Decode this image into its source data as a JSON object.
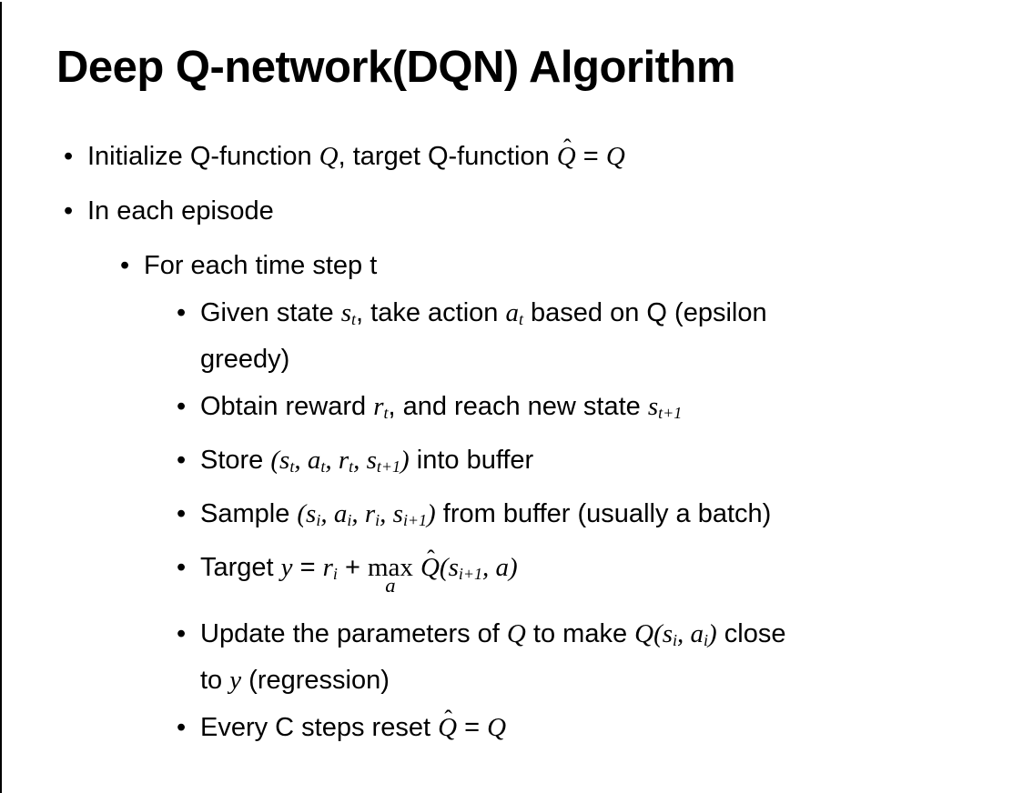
{
  "slide": {
    "title": "Deep Q-network(DQN) Algorithm",
    "bullet_char": "•",
    "hat_char": "ˆ",
    "background_color": "#ffffff",
    "text_color": "#000000",
    "frame_color": "#000000"
  },
  "bullets": [
    {
      "level": 1,
      "segments": [
        {
          "type": "text",
          "text": "Initialize Q-function "
        },
        {
          "type": "math",
          "text": "Q"
        },
        {
          "type": "text",
          "text": ", target Q-function "
        },
        {
          "type": "mathhat",
          "text": "Q"
        },
        {
          "type": "text",
          "text": " = "
        },
        {
          "type": "math",
          "text": "Q"
        }
      ]
    },
    {
      "level": 1,
      "segments": [
        {
          "type": "text",
          "text": "In each episode"
        }
      ]
    },
    {
      "level": 2,
      "segments": [
        {
          "type": "text",
          "text": "For each time step t"
        }
      ]
    },
    {
      "level": 3,
      "segments": [
        {
          "type": "text",
          "text": "Given state "
        },
        {
          "type": "math",
          "text": "s",
          "sub": "t"
        },
        {
          "type": "text",
          "text": ", take action "
        },
        {
          "type": "math",
          "text": "a",
          "sub": "t"
        },
        {
          "type": "text",
          "text": " based on Q (epsilon"
        },
        {
          "type": "break"
        },
        {
          "type": "text",
          "text": "greedy)"
        }
      ]
    },
    {
      "level": 3,
      "segments": [
        {
          "type": "text",
          "text": "Obtain reward "
        },
        {
          "type": "math",
          "text": "r",
          "sub": "t"
        },
        {
          "type": "text",
          "text": ", and reach new state "
        },
        {
          "type": "math",
          "text": "s",
          "sub": "t+1"
        }
      ]
    },
    {
      "level": 3,
      "segments": [
        {
          "type": "text",
          "text": "Store "
        },
        {
          "type": "math",
          "text": "(s",
          "sub": "t"
        },
        {
          "type": "math",
          "text": ", a",
          "sub": "t"
        },
        {
          "type": "math",
          "text": ", r",
          "sub": "t"
        },
        {
          "type": "math",
          "text": ", s",
          "sub": "t+1"
        },
        {
          "type": "math",
          "text": ")"
        },
        {
          "type": "text",
          "text": " into buffer"
        }
      ]
    },
    {
      "level": 3,
      "segments": [
        {
          "type": "text",
          "text": "Sample "
        },
        {
          "type": "math",
          "text": "(s",
          "sub": "i"
        },
        {
          "type": "math",
          "text": ", a",
          "sub": "i"
        },
        {
          "type": "math",
          "text": ", r",
          "sub": "i"
        },
        {
          "type": "math",
          "text": ", s",
          "sub": "i+1"
        },
        {
          "type": "math",
          "text": ")"
        },
        {
          "type": "text",
          "text": " from buffer (usually a batch)"
        }
      ]
    },
    {
      "level": 3,
      "segments": [
        {
          "type": "text",
          "text": "Target "
        },
        {
          "type": "math",
          "text": "y"
        },
        {
          "type": "text",
          "text": " = "
        },
        {
          "type": "math",
          "text": "r",
          "sub": "i"
        },
        {
          "type": "text",
          "text": " + "
        },
        {
          "type": "underop",
          "op": "max",
          "under": "a"
        },
        {
          "type": "text",
          "text": " "
        },
        {
          "type": "mathhat",
          "text": "Q"
        },
        {
          "type": "math",
          "text": "(s",
          "sub": "i+1"
        },
        {
          "type": "math",
          "text": ", a)"
        }
      ]
    },
    {
      "level": 3,
      "segments": [
        {
          "type": "text",
          "text": "Update the parameters of "
        },
        {
          "type": "math",
          "text": "Q"
        },
        {
          "type": "text",
          "text": " to make "
        },
        {
          "type": "math",
          "text": "Q(s",
          "sub": "i"
        },
        {
          "type": "math",
          "text": ", a",
          "sub": "i"
        },
        {
          "type": "math",
          "text": ")"
        },
        {
          "type": "text",
          "text": " close"
        },
        {
          "type": "break"
        },
        {
          "type": "text",
          "text": "to "
        },
        {
          "type": "math",
          "text": "y"
        },
        {
          "type": "text",
          "text": " (regression)"
        }
      ]
    },
    {
      "level": 3,
      "segments": [
        {
          "type": "text",
          "text": "Every C steps reset "
        },
        {
          "type": "mathhat",
          "text": "Q"
        },
        {
          "type": "text",
          "text": " = "
        },
        {
          "type": "math",
          "text": "Q"
        }
      ]
    }
  ]
}
